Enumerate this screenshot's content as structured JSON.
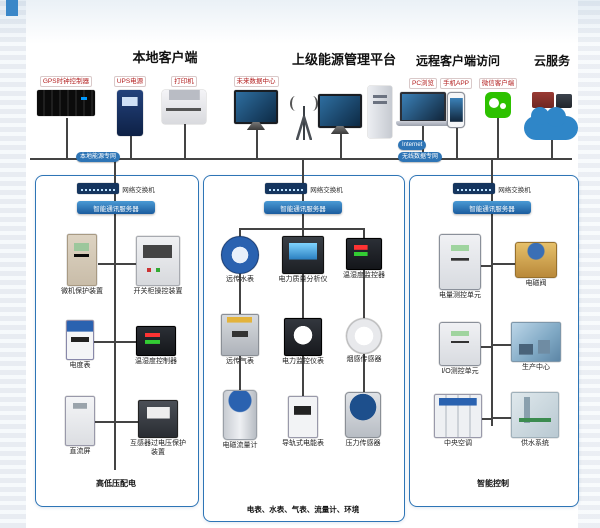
{
  "header": {
    "local": "本地客户端",
    "platform": "上级能源管理平台",
    "remote": "远程客户端访问",
    "cloud": "云服务"
  },
  "top": {
    "gps": "GPS时钟控制器",
    "ups": "UPS电源",
    "printer": "打印机",
    "datacenter": "未来数据中心",
    "pc": "PC浏览",
    "app": "手机APP",
    "wechat": "微信客户端"
  },
  "network": {
    "left": "本地能源专网",
    "internet": "Internet",
    "right": "无线数据专网"
  },
  "col1": {
    "switch": "网络交换机",
    "server": "智能通讯服务器",
    "d1": "微机保护装置",
    "d2": "开关柜操控装置",
    "d3": "电度表",
    "d4": "温湿度控制器",
    "d5": "直流屏",
    "d6": "互感器过电压保护装置",
    "footer": "高低压配电"
  },
  "col2": {
    "switch": "网络交换机",
    "server": "智能通讯服务器",
    "d1": "远传水表",
    "d2": "电力质量分析仪",
    "d3": "温湿度监控器",
    "d4": "远传气表",
    "d5": "电力监控仪表",
    "d6": "烟感传感器",
    "d7": "电磁流量计",
    "d8": "导轨式电能表",
    "d9": "压力传感器",
    "footer": "电表、水表、气表、流量计、环境"
  },
  "col3": {
    "switch": "网络交换机",
    "server": "智能通讯服务器",
    "d1": "电量测控单元",
    "d2": "电磁阀",
    "d3": "I/O测控单元",
    "d4": "生产中心",
    "d5": "中央空调",
    "d6": "供水系统",
    "footer": "智能控制"
  },
  "colors": {
    "accent": "#2e75b6",
    "line": "#444444",
    "wechat_green": "#2dc100",
    "cloud_blue": "#2f86c8"
  }
}
